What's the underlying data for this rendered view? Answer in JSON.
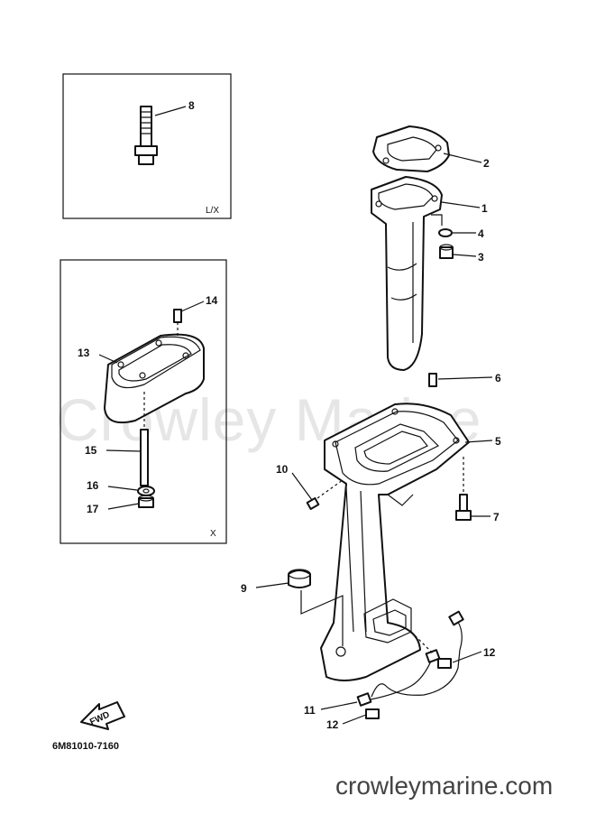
{
  "watermark": "Crowley Marine",
  "website": "crowleymarine.com",
  "part_code": "6M81010-7160",
  "fwd_label": "FWD",
  "inset_top_label": "L/X",
  "inset_bottom_label": "X",
  "callouts": {
    "c1": "1",
    "c2": "2",
    "c3": "3",
    "c4": "4",
    "c5": "5",
    "c6": "6",
    "c7": "7",
    "c8": "8",
    "c9": "9",
    "c10": "10",
    "c11": "11",
    "c12a": "12",
    "c12b": "12",
    "c13": "13",
    "c14": "14",
    "c15": "15",
    "c16": "16",
    "c17": "17"
  }
}
